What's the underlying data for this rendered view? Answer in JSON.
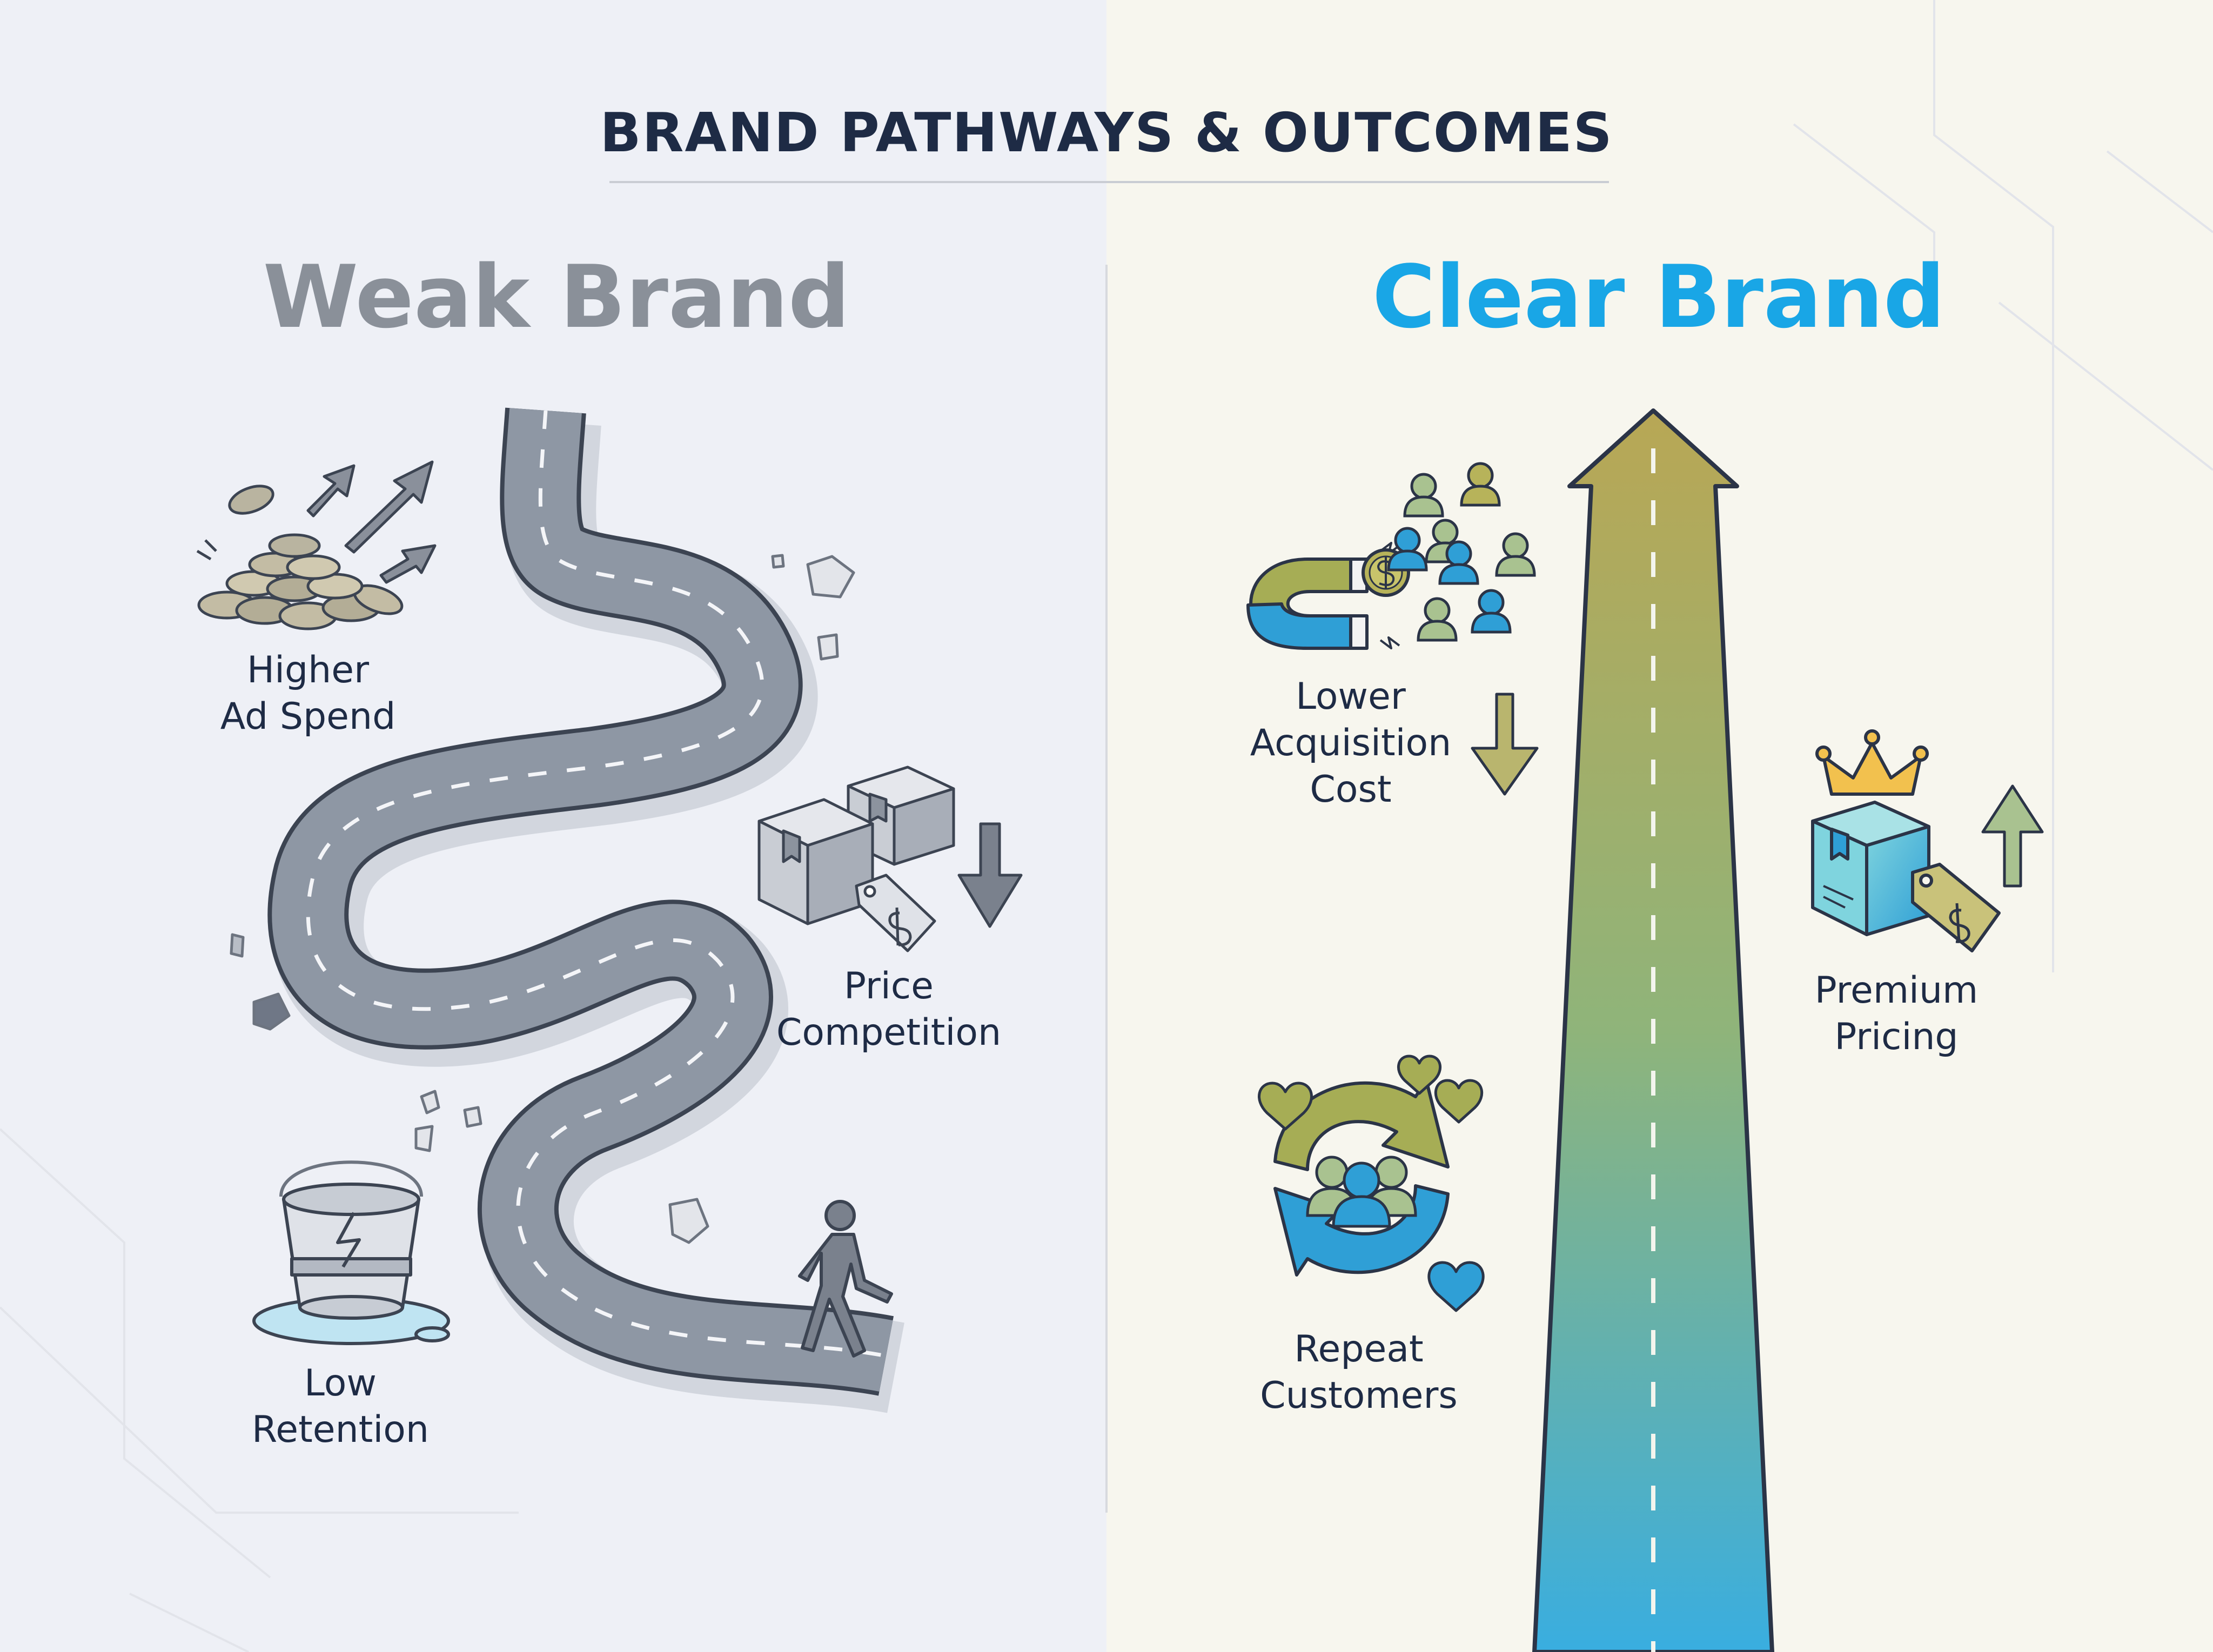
{
  "header": {
    "title": "BRAND PATHWAYS & OUTCOMES"
  },
  "weak_panel": {
    "title": "Weak Brand",
    "items": [
      {
        "lines": [
          "Higher",
          "Ad Spend"
        ]
      },
      {
        "lines": [
          "Price",
          "Competition"
        ]
      },
      {
        "lines": [
          "Low",
          "Retention"
        ]
      }
    ]
  },
  "clear_panel": {
    "title": "Clear Brand",
    "items": [
      {
        "lines": [
          "Lower",
          "Acquisition",
          "Cost"
        ]
      },
      {
        "lines": [
          "Premium",
          "Pricing"
        ]
      },
      {
        "lines": [
          "Repeat",
          "Customers"
        ]
      }
    ]
  },
  "colors": {
    "weak_title": "#8a9099",
    "clear_title": "#19a6e6",
    "heading": "#1e2b45",
    "road": "#8e97a4",
    "arrow_top": "#b8a755",
    "arrow_bottom": "#39aee0"
  },
  "icons": [
    "coins-icon",
    "up-arrows-icon",
    "boxes-icon",
    "price-tag-icon",
    "down-arrow-icon",
    "leaking-bucket-icon",
    "walking-person-icon",
    "magnet-icon",
    "dollar-coin-icon",
    "people-group-icon",
    "crown-icon",
    "box-icon",
    "up-arrow-icon",
    "cycle-arrows-icon",
    "heart-icon"
  ]
}
